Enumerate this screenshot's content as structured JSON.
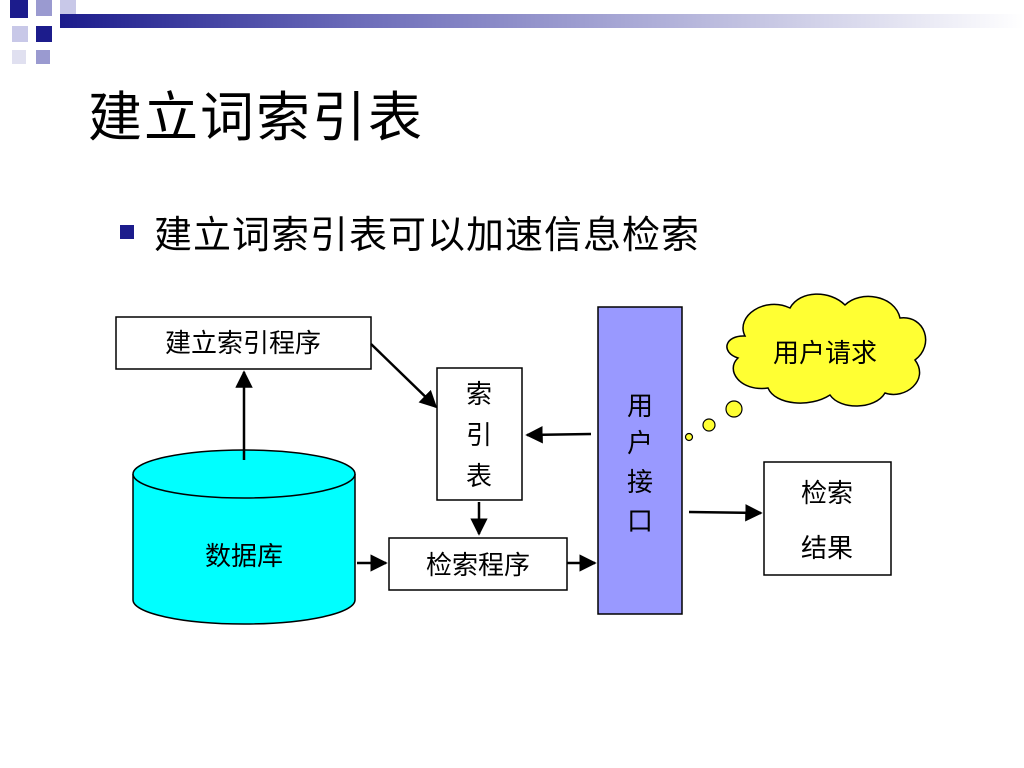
{
  "slide": {
    "title": "建立词索引表",
    "bullet": "建立词索引表可以加速信息检索"
  },
  "diagram": {
    "build_index_program": "建立索引程序",
    "index_table": [
      "索",
      "引",
      "表"
    ],
    "database": "数据库",
    "search_program": "检索程序",
    "user_interface": [
      "用",
      "户",
      "接",
      "口"
    ],
    "user_request": "用户请求",
    "search_result": [
      "检索",
      "结果"
    ]
  },
  "colors": {
    "database_fill": "#00ffff",
    "interface_fill": "#9999ff",
    "cloud_fill": "#ffff33",
    "bullet": "#1c1c8c"
  }
}
